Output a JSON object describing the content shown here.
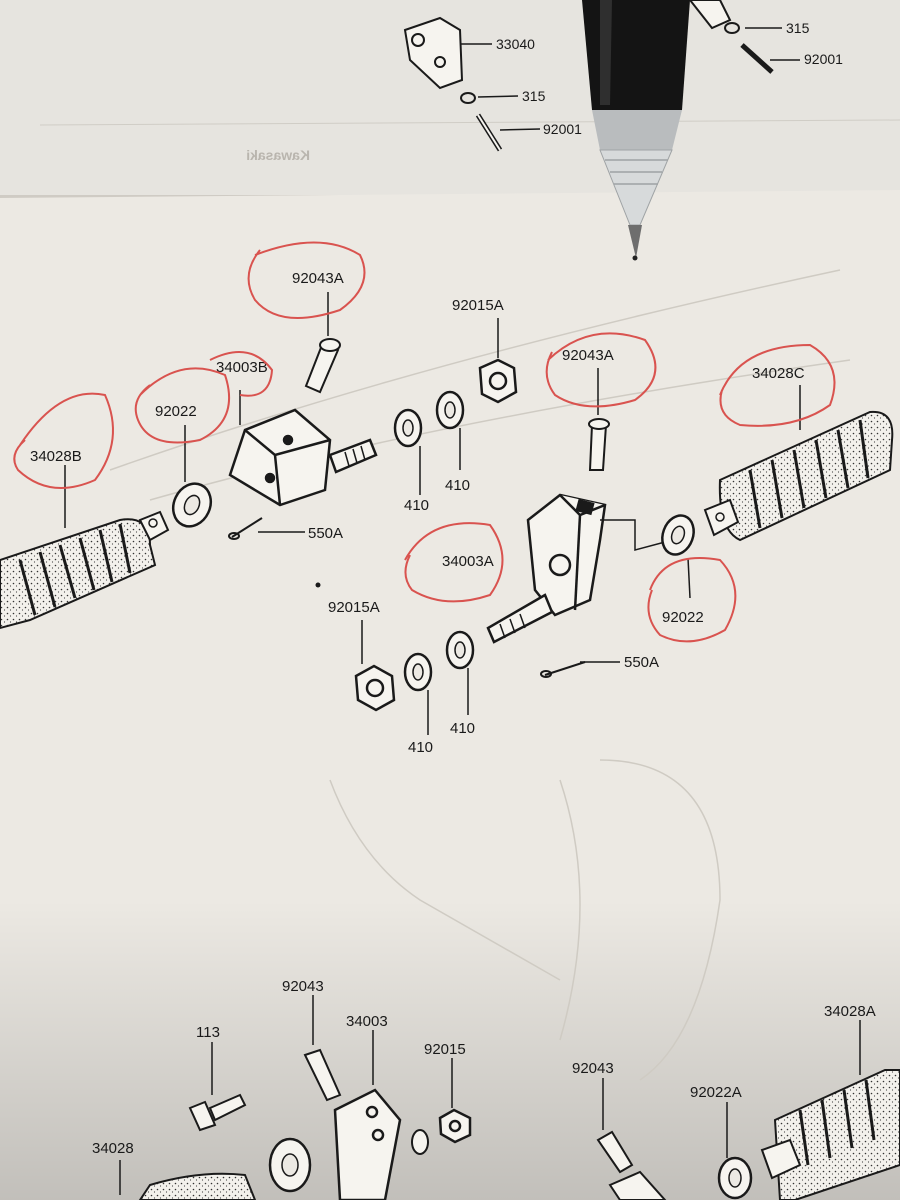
{
  "top_sheet": {
    "brand_mirrored": "Kawasaki",
    "labels": {
      "n33040": "33040",
      "n315_mid": "315",
      "n92001_mid": "92001",
      "n315_right": "315",
      "n92001_right": "92001"
    }
  },
  "main_sheet": {
    "labels": {
      "l_92043A_left": "92043A",
      "l_92015A_top": "92015A",
      "l_92043A_right": "92043A",
      "l_34003B": "34003B",
      "l_92022_left": "92022",
      "l_34028B": "34028B",
      "l_34028C": "34028C",
      "l_410_a": "410",
      "l_410_b": "410",
      "l_550A_left": "550A",
      "l_34003A": "34003A",
      "l_92022_right": "92022",
      "l_92015A_bottom": "92015A",
      "l_550A_right": "550A",
      "l_410_c": "410",
      "l_410_d": "410"
    },
    "circled_labels": [
      "92043A",
      "34003B",
      "92022",
      "34028B",
      "92043A",
      "34028C",
      "34003A",
      "92022"
    ],
    "annotation_color": "#d9534f"
  },
  "bottom_section": {
    "labels": {
      "b_92043_left": "92043",
      "b_34003": "34003",
      "b_113": "113",
      "b_92015": "92015",
      "b_34028": "34028",
      "b_92043_right": "92043",
      "b_92022A": "92022A",
      "b_34028A": "34028A"
    }
  },
  "objects": {
    "pen": "pen-icon"
  },
  "colors": {
    "paper": "#ece9e3",
    "paper_back": "#e3e1dc",
    "ink": "#1a1a1a",
    "red_pen": "#d9534f",
    "pen_body": "#141414"
  }
}
